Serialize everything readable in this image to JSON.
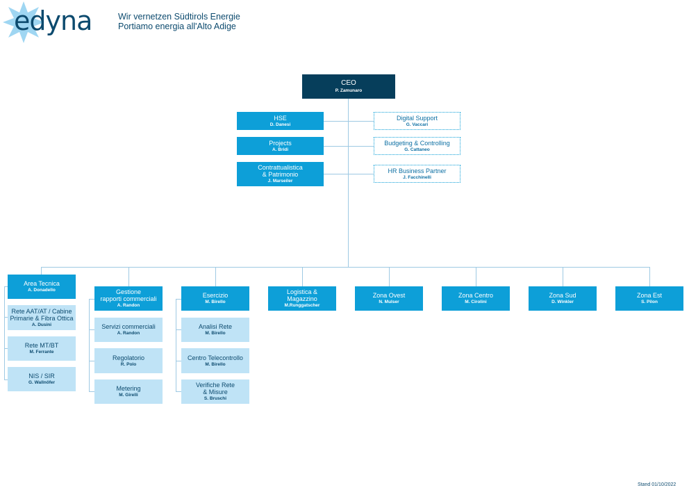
{
  "header": {
    "brand": "edyna",
    "tagline_de": "Wir vernetzen Südtirols Energie",
    "tagline_it": "Portiamo energia all'Alto Adige"
  },
  "ceo": {
    "title": "CEO",
    "person": "P. Zamunaro"
  },
  "staff": [
    {
      "title": "HSE",
      "person": "D. Danesi"
    },
    {
      "title": "Projects",
      "person": "A. Bridi"
    },
    {
      "title": "Contrattualistica\n& Patrimonio",
      "person": "J. Marseiler"
    }
  ],
  "support": [
    {
      "title": "Digital Support",
      "person": "G. Vaccari"
    },
    {
      "title": "Budgeting & Controlling",
      "person": "G. Cattaneo"
    },
    {
      "title": "HR Business Partner",
      "person": "J. Facchinelli"
    }
  ],
  "divisions": [
    {
      "title": "Area Tecnica",
      "person": "A. Donadello",
      "children": [
        {
          "title": "Rete AAT/AT / Cabine\nPrimarie & Fibra Ottica",
          "person": "A. Dusini"
        },
        {
          "title": "Rete MT/BT",
          "person": "M. Ferrante"
        },
        {
          "title": "NIS / SIR",
          "person": "G. Wallnöfer"
        }
      ]
    },
    {
      "title": "Gestione\nrapporti commerciali",
      "person": "A. Randon",
      "children": [
        {
          "title": "Servizi commerciali",
          "person": "A. Randon"
        },
        {
          "title": "Regolatorio",
          "person": "R. Polo"
        },
        {
          "title": "Metering",
          "person": "M. Girelli"
        }
      ]
    },
    {
      "title": "Esercizio",
      "person": "M. Birello",
      "children": [
        {
          "title": "Analisi Rete",
          "person": "M. Birello"
        },
        {
          "title": "Centro Telecontrollo",
          "person": "M. Birello"
        },
        {
          "title": "Verifiche Rete\n& Misure",
          "person": "S. Bruschi"
        }
      ]
    },
    {
      "title": "Logistica &\nMagazzino",
      "person": "M.Runggatscher",
      "children": []
    },
    {
      "title": "Zona Ovest",
      "person": "N. Mulser",
      "children": []
    },
    {
      "title": "Zona Centro",
      "person": "M. Cirolini",
      "children": []
    },
    {
      "title": "Zona Sud",
      "person": "D. Winkler",
      "children": []
    },
    {
      "title": "Zona Est",
      "person": "S. Pilon",
      "children": []
    }
  ],
  "footer": {
    "stand": "Stand 01/10/2022"
  },
  "colors": {
    "dark": "#063e5b",
    "primary": "#0d9fd8",
    "light": "#bfe3f6",
    "line": "#9ec9e3"
  }
}
